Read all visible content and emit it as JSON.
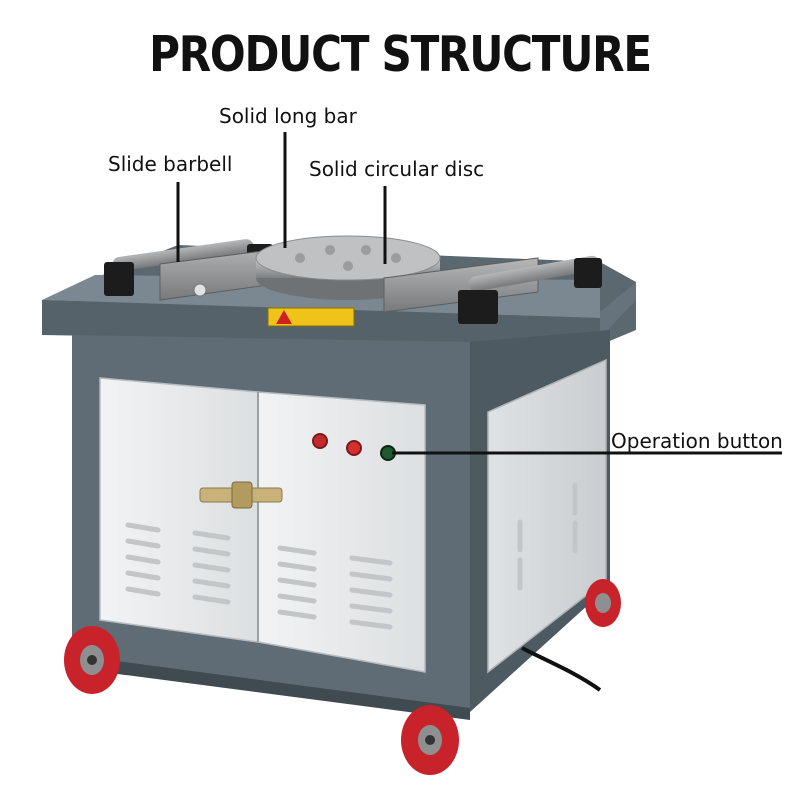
{
  "title": "PRODUCT STRUCTURE",
  "labels": {
    "slide_barbell": "Slide barbell",
    "solid_long_bar": "Solid long bar",
    "solid_circular_disc": "Solid circular disc",
    "operation_button": "Operation button"
  },
  "colors": {
    "body": "#5f6c75",
    "body_dark": "#48535b",
    "door": "#e6e8ea",
    "wheel": "#c8222a",
    "steel": "#9a9c9e",
    "leader": "#111111"
  },
  "icons": [
    "indicator-light-red",
    "indicator-light-green",
    "door-latch",
    "warning-sticker"
  ]
}
